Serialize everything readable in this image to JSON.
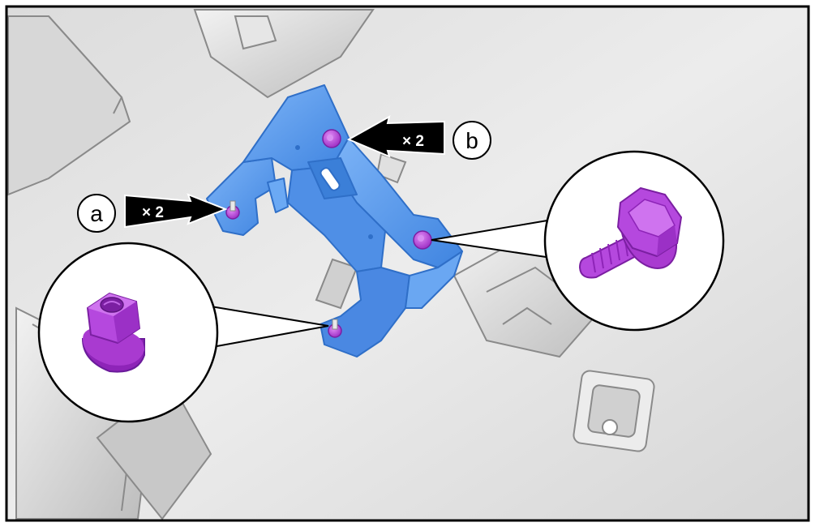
{
  "callouts": {
    "a": {
      "letter": "a",
      "count": "× 2"
    },
    "b": {
      "letter": "b",
      "count": "× 2"
    }
  },
  "detail_views": {
    "left": {
      "icon": "flange-nut-icon"
    },
    "right": {
      "icon": "flange-bolt-icon"
    }
  },
  "colors": {
    "bracket": "#5b9bf0",
    "bracket_edge": "#2f6fc8",
    "fastener": "#c24ee6",
    "fastener_dark": "#8e24b8",
    "background": "#e6e6e6",
    "frame": "#000000"
  }
}
